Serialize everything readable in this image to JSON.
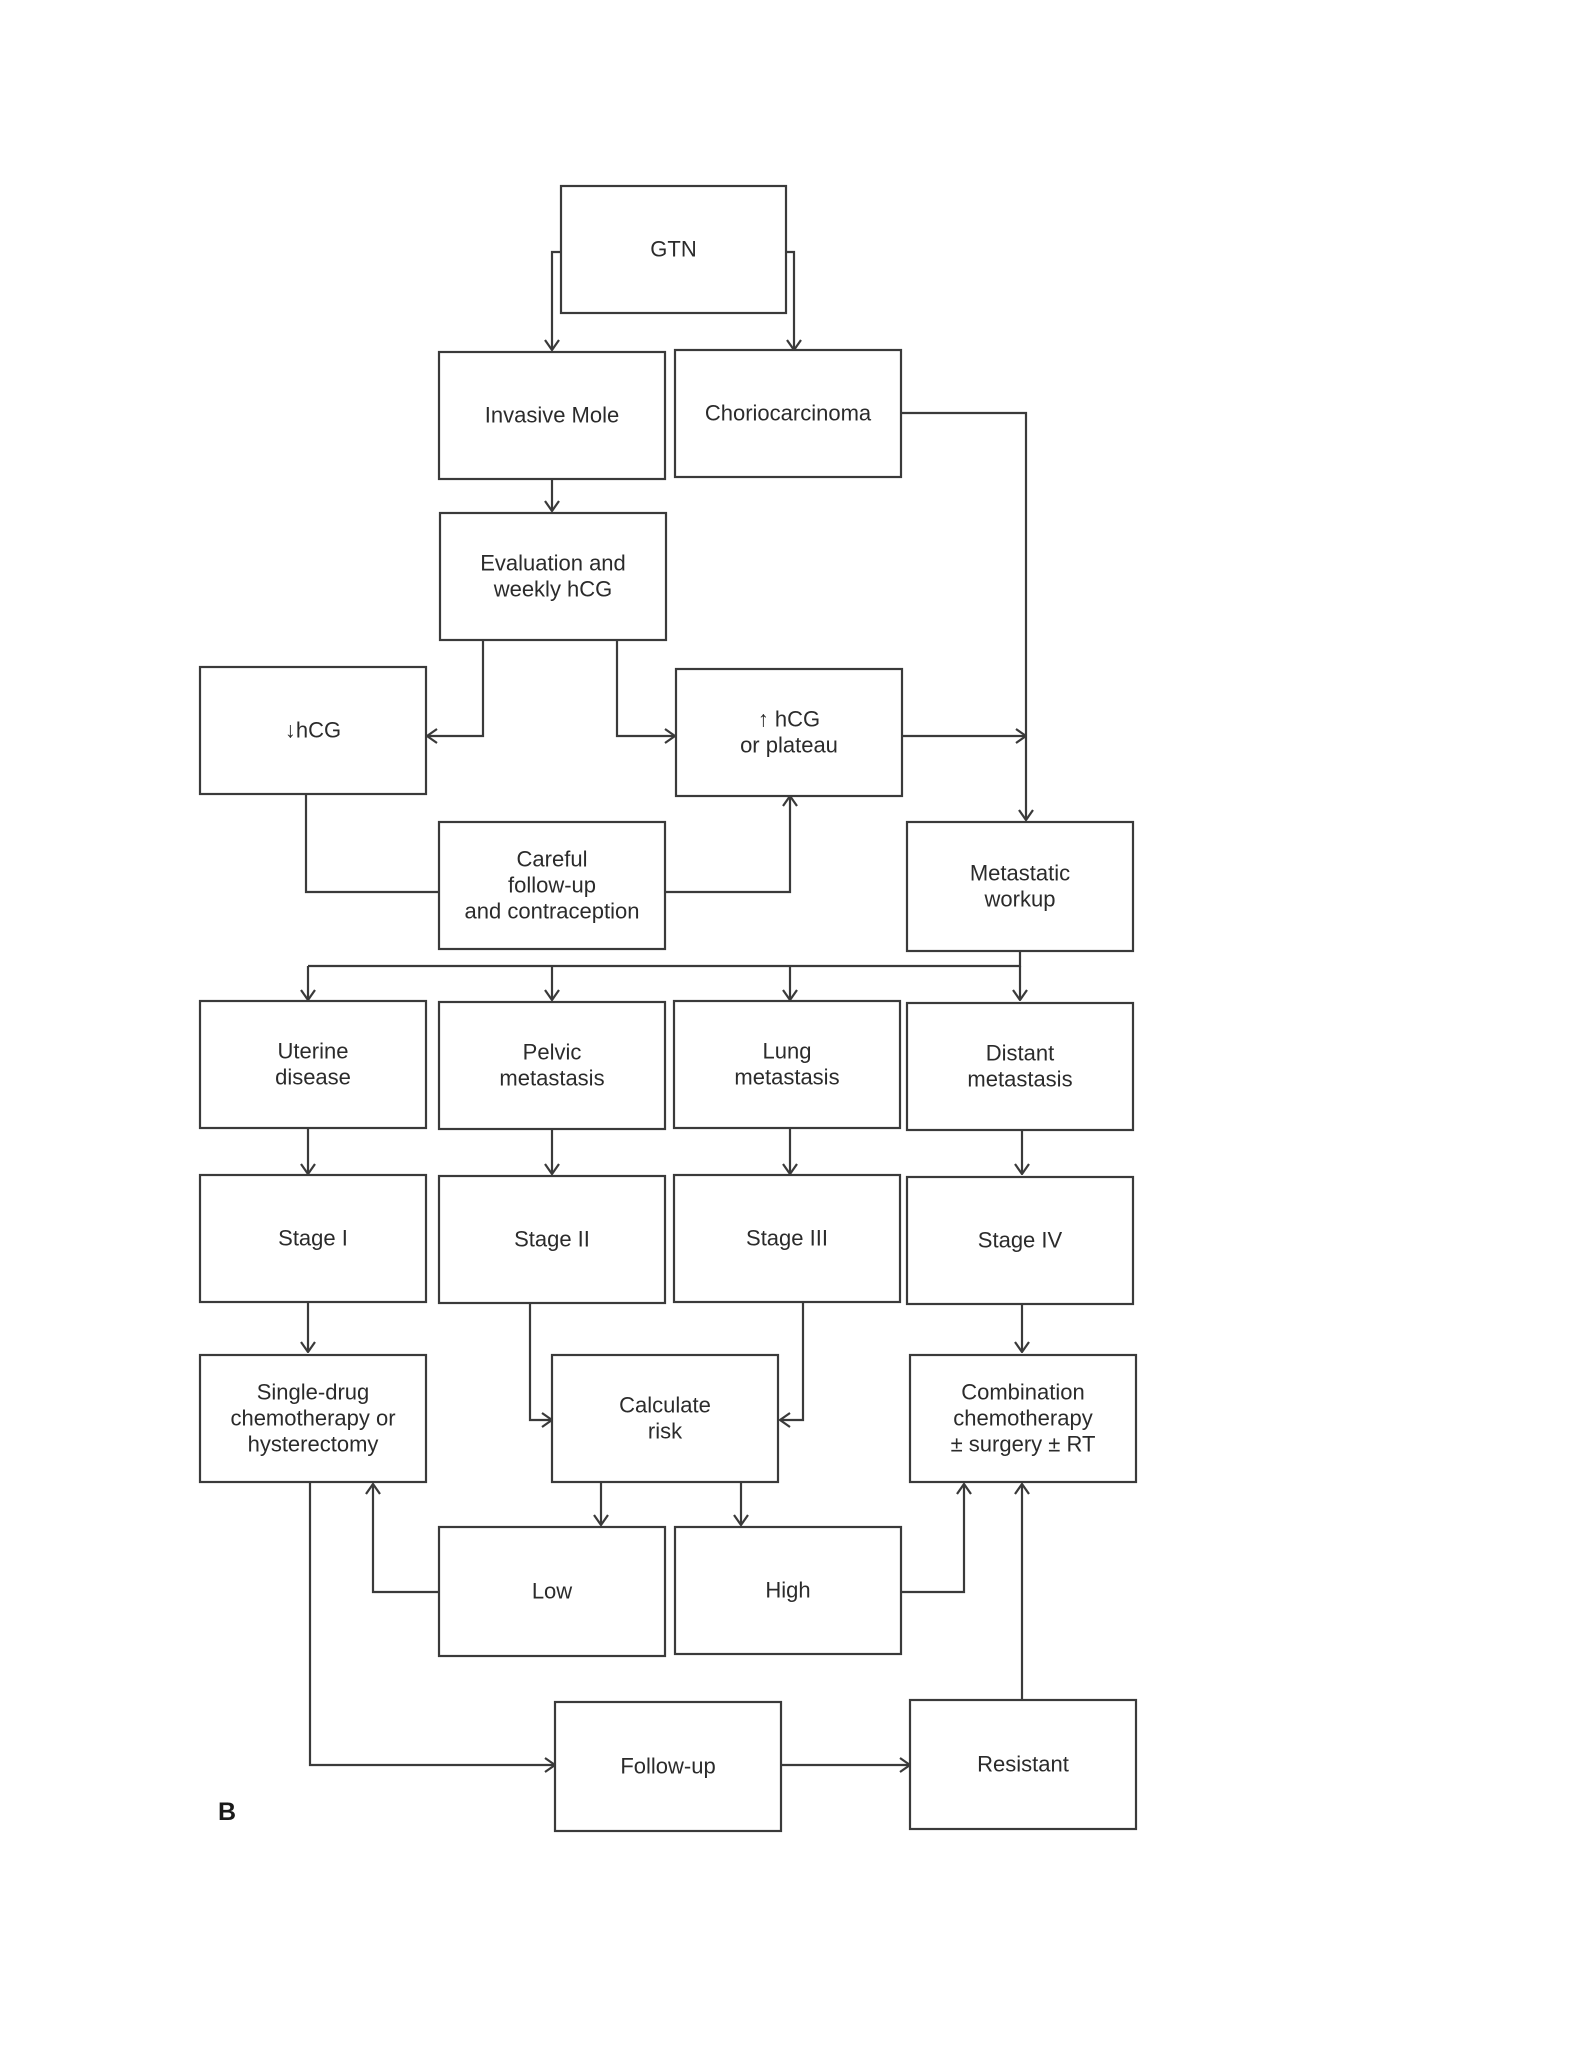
{
  "panel_label": "B",
  "nodes": [
    {
      "id": "gtn",
      "lines": [
        "GTN"
      ]
    },
    {
      "id": "invasive-mole",
      "lines": [
        "Invasive Mole"
      ]
    },
    {
      "id": "choriocarcinoma",
      "lines": [
        "Choriocarcinoma"
      ]
    },
    {
      "id": "evaluation",
      "lines": [
        "Evaluation and",
        "weekly hCG"
      ]
    },
    {
      "id": "hcg-decrease",
      "lines": [
        "↓hCG"
      ]
    },
    {
      "id": "hcg-increase",
      "lines": [
        "↑ hCG",
        "or plateau"
      ]
    },
    {
      "id": "follow-up-contraception",
      "lines": [
        "Careful",
        "follow-up",
        "and contraception"
      ]
    },
    {
      "id": "metastatic-workup",
      "lines": [
        "Metastatic",
        "workup"
      ]
    },
    {
      "id": "uterine-disease",
      "lines": [
        "Uterine",
        "disease"
      ]
    },
    {
      "id": "pelvic-metastasis",
      "lines": [
        "Pelvic",
        "metastasis"
      ]
    },
    {
      "id": "lung-metastasis",
      "lines": [
        "Lung",
        "metastasis"
      ]
    },
    {
      "id": "distant-metastasis",
      "lines": [
        "Distant",
        "metastasis"
      ]
    },
    {
      "id": "stage-1",
      "lines": [
        "Stage I"
      ]
    },
    {
      "id": "stage-2",
      "lines": [
        "Stage II"
      ]
    },
    {
      "id": "stage-3",
      "lines": [
        "Stage III"
      ]
    },
    {
      "id": "stage-4",
      "lines": [
        "Stage IV"
      ]
    },
    {
      "id": "single-drug",
      "lines": [
        "Single-drug",
        "chemotherapy or",
        "hysterectomy"
      ]
    },
    {
      "id": "calculate-risk",
      "lines": [
        "Calculate",
        "risk"
      ]
    },
    {
      "id": "combination",
      "lines": [
        "Combination",
        "chemotherapy",
        "± surgery ± RT"
      ]
    },
    {
      "id": "low",
      "lines": [
        "Low"
      ]
    },
    {
      "id": "high",
      "lines": [
        "High"
      ]
    },
    {
      "id": "follow-up",
      "lines": [
        "Follow-up"
      ]
    },
    {
      "id": "resistant",
      "lines": [
        "Resistant"
      ]
    }
  ],
  "edges": [
    {
      "from": "gtn",
      "to": "invasive-mole"
    },
    {
      "from": "gtn",
      "to": "choriocarcinoma"
    },
    {
      "from": "invasive-mole",
      "to": "evaluation"
    },
    {
      "from": "choriocarcinoma",
      "to": "metastatic-workup"
    },
    {
      "from": "evaluation",
      "to": "hcg-decrease"
    },
    {
      "from": "evaluation",
      "to": "hcg-increase"
    },
    {
      "from": "hcg-decrease",
      "to": "follow-up-contraception"
    },
    {
      "from": "follow-up-contraception",
      "to": "hcg-increase"
    },
    {
      "from": "hcg-increase",
      "to": "metastatic-workup"
    },
    {
      "from": "metastatic-workup",
      "to": "uterine-disease"
    },
    {
      "from": "metastatic-workup",
      "to": "pelvic-metastasis"
    },
    {
      "from": "metastatic-workup",
      "to": "lung-metastasis"
    },
    {
      "from": "metastatic-workup",
      "to": "distant-metastasis"
    },
    {
      "from": "uterine-disease",
      "to": "stage-1"
    },
    {
      "from": "pelvic-metastasis",
      "to": "stage-2"
    },
    {
      "from": "lung-metastasis",
      "to": "stage-3"
    },
    {
      "from": "distant-metastasis",
      "to": "stage-4"
    },
    {
      "from": "stage-1",
      "to": "single-drug"
    },
    {
      "from": "stage-2",
      "to": "calculate-risk"
    },
    {
      "from": "stage-3",
      "to": "calculate-risk"
    },
    {
      "from": "stage-4",
      "to": "combination"
    },
    {
      "from": "calculate-risk",
      "to": "low"
    },
    {
      "from": "calculate-risk",
      "to": "high"
    },
    {
      "from": "low",
      "to": "single-drug"
    },
    {
      "from": "high",
      "to": "combination"
    },
    {
      "from": "single-drug",
      "to": "follow-up"
    },
    {
      "from": "follow-up",
      "to": "resistant"
    },
    {
      "from": "resistant",
      "to": "combination"
    }
  ]
}
